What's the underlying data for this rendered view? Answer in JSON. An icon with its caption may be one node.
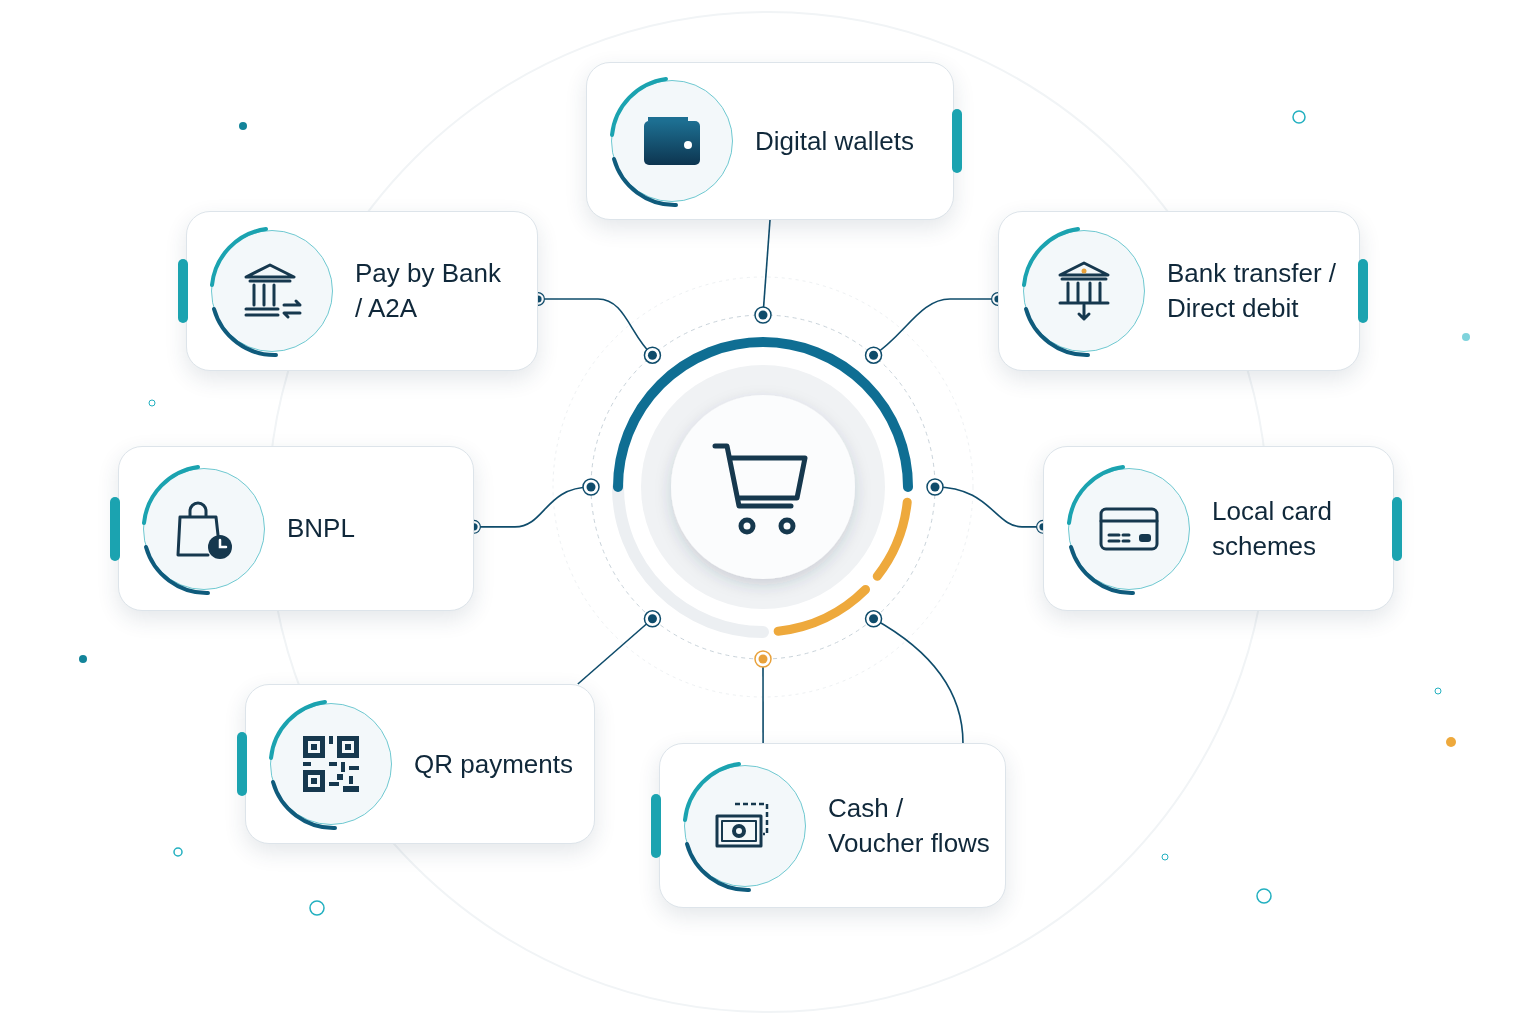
{
  "diagram": {
    "nodes": [
      {
        "text": [],
        "shape": "circle"
      },
      {
        "text": [
          "Digital wallets"
        ]
      },
      {
        "text": [
          "Pay by Bank / A2A"
        ]
      },
      {
        "text": [
          "Bank transfer / Direct debit"
        ]
      },
      {
        "text": [
          "BNPL"
        ]
      },
      {
        "text": [
          "Local card schemes"
        ]
      },
      {
        "text": [
          "QR payments"
        ]
      },
      {
        "text": [
          "Cash / Voucher flows"
        ]
      }
    ],
    "edges": [
      {
        "from": 1,
        "to": 0,
        "arrow": "to"
      },
      {
        "from": 2,
        "to": 0,
        "arrow": "other"
      },
      {
        "from": 3,
        "to": 0,
        "arrow": "other"
      },
      {
        "from": 4,
        "to": 0,
        "arrow": "other"
      },
      {
        "from": 5,
        "to": 0,
        "arrow": "other"
      },
      {
        "from": 6,
        "to": 0,
        "arrow": "none"
      },
      {
        "from": 7,
        "to": 0,
        "arrow": "none"
      },
      {
        "from": 7,
        "to": 0,
        "arrow": "none"
      }
    ]
  }
}
